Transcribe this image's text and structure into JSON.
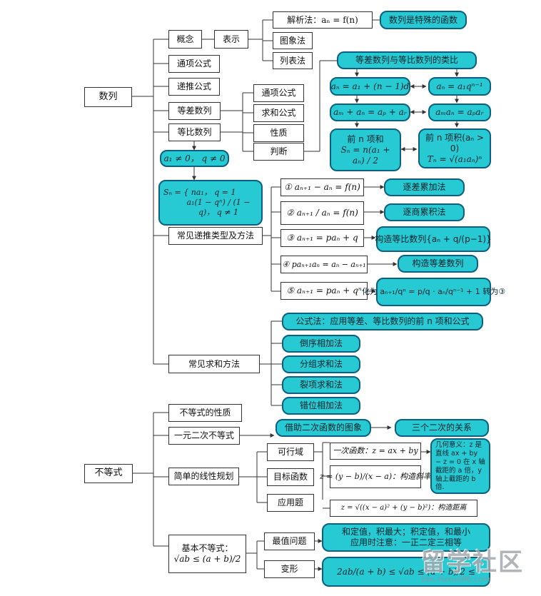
{
  "root1": "数列",
  "root2": "不等式",
  "concept": "概念",
  "represent": "表示",
  "analytic": "解析法：aₙ = f(n)",
  "special_function": "数列是特殊的函数",
  "graph_method": "图象法",
  "list_method": "列表法",
  "general_term": "通项公式",
  "recursive": "递推公式",
  "arithmetic": "等差数列",
  "geometric": "等比数列",
  "analogy": "等差数列与等比数列的类比",
  "sub_general": "通项公式",
  "sub_sum": "求和公式",
  "sub_property": "性质",
  "sub_judge": "判断",
  "ari_term": "aₙ = a₁ + (n − 1)d",
  "geo_term": "aₙ = a₁qⁿ⁻¹",
  "ari_prop": "aₘ + aₙ = aₚ + aᵣ",
  "geo_prop": "aₘaₙ = aₚaᵣ",
  "ari_sum_title": "前 n 项和",
  "ari_sum_formula": "Sₙ = n(a₁ + aₙ) / 2",
  "geo_prod_title": "前 n 项积(aₙ > 0)",
  "geo_prod_formula": "Tₙ = √(a₁aₙ)ⁿ",
  "geo_cond": "a₁ ≠ 0， q ≠ 0",
  "geo_sum_1": "Sₙ = { na₁， q = 1",
  "geo_sum_2": "a₁(1 − qⁿ) / (1 − q)， q ≠ 1",
  "recur_types": "常见递推类型及方法",
  "rec1": "① aₙ₊₁ − aₙ = f(n)",
  "rec1_m": "逐差累加法",
  "rec2": "② aₙ₊₁ / aₙ = f(n)",
  "rec2_m": "逐商累积法",
  "rec3": "③ aₙ₊₁ = paₙ + q",
  "rec3_m": "构造等比数列{aₙ + q/(p−1)}",
  "rec4": "④ paₙ₊₁aₙ = aₙ − aₙ₊₁",
  "rec4_m": "构造等差数列",
  "rec5": "⑤ aₙ₊₁ = paₙ + qⁿ",
  "rec5_m": "化为 aₙ₊₁/qⁿ = p/q · aₙ/qⁿ⁻¹ + 1 转为③",
  "sum_methods": "常见求和方法",
  "sm1": "公式法：应用等差、等比数列的前 n 项和公式",
  "sm2": "倒序相加法",
  "sm3": "分组求和法",
  "sm4": "裂项求和法",
  "sm5": "错位相加法",
  "ineq_prop": "不等式的性质",
  "quad_ineq": "一元二次不等式",
  "quad_help": "借助二次函数的图象",
  "three_quad": "三个二次的关系",
  "linear_prog": "简单的线性规划",
  "feasible": "可行域",
  "objective": "目标函数",
  "application": "应用题",
  "linear_func": "一次函数：z = ax + by",
  "slope": "z = (y − b)/(x − a)：构造斜率",
  "distance": "z = √((x − a)² + (y − b)²)：构造距离",
  "geometric_meaning": "几何意义：z 是直线 ax + by − z = 0 在 x 轴截距的 a 倍，y 轴上截距的 b 倍.",
  "basic_ineq_title": "基本不等式：",
  "basic_ineq_formula": "√ab ≤ (a + b)/2",
  "extreme": "最值问题",
  "extreme_desc_1": "和定值，积最大；积定值，和最小",
  "extreme_desc_2": "应用时注意：一正二定三相等",
  "transform": "变形",
  "transform_formula": "2ab/(a + b) ≤ √ab ≤ (a + b)/2 ≤",
  "watermark_big": "留学社区",
  "watermark_url": "bbs.liuxue86.com",
  "colors": {
    "accent_fill": "#27c9d2",
    "accent_border": "#0d5f80",
    "line": "#333333"
  }
}
